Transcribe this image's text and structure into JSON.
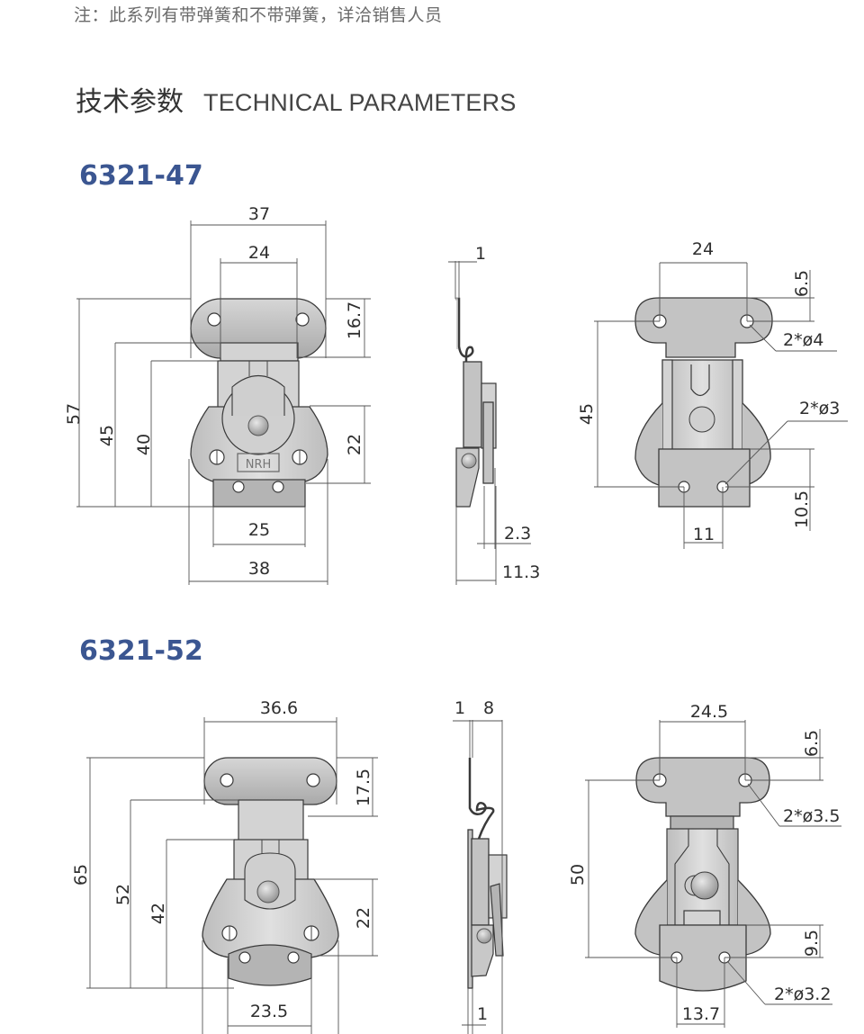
{
  "note": "注：此系列有带弹簧和不带弹簧，详洽销售人员",
  "section": {
    "title_cn": "技术参数",
    "title_en": "TECHNICAL PARAMETERS"
  },
  "colors": {
    "model_title": "#3b5691",
    "part_fill": "#c3c3c3",
    "text": "#333333"
  },
  "models": [
    {
      "name": "6321-47",
      "front_view": {
        "dims": {
          "overall_width_top": "37",
          "hole_spacing_top": "24",
          "top_plate_height": "16.7",
          "overall_height": "57",
          "height_45": "45",
          "height_40": "40",
          "body_22": "22",
          "bottom_width": "25",
          "overall_width_bottom": "38"
        },
        "logo": "NRH"
      },
      "side_view": {
        "dims": {
          "thickness": "1",
          "depth_2_3": "2.3",
          "overall_depth": "11.3"
        }
      },
      "back_view": {
        "dims": {
          "hole_spacing_top": "24",
          "top_offset": "6.5",
          "top_holes": "2*ø4",
          "hole_height": "45",
          "bottom_holes": "2*ø3",
          "bottom_offset": "10.5",
          "bottom_hole_spacing": "11"
        }
      }
    },
    {
      "name": "6321-52",
      "front_view": {
        "dims": {
          "overall_width_top": "36.6",
          "top_plate_height": "17.5",
          "overall_height": "65",
          "height_52": "52",
          "height_42": "42",
          "body_22": "22",
          "bottom_width": "23.5"
        }
      },
      "side_view": {
        "dims": {
          "thickness_top": "1",
          "depth": "8",
          "thickness_bottom": "1"
        }
      },
      "back_view": {
        "dims": {
          "hole_spacing_top": "24.5",
          "top_offset": "6.5",
          "top_holes": "2*ø3.5",
          "hole_height": "50",
          "bottom_offset": "9.5",
          "bottom_holes": "2*ø3.2",
          "bottom_hole_spacing": "13.7"
        }
      }
    }
  ]
}
